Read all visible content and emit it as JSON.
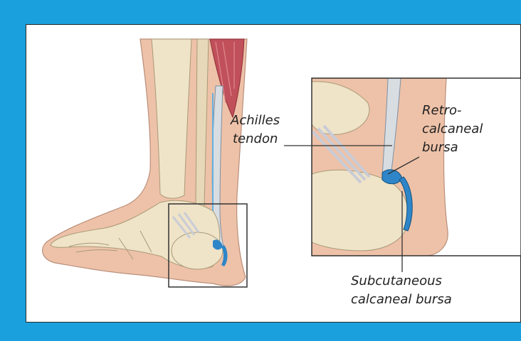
{
  "labels": {
    "achilles_line1": "Achilles",
    "achilles_line2": "tendon",
    "retro_line1": "Retro-",
    "retro_line2": "calcaneal",
    "retro_line3": "bursa",
    "subcut_line1": "Subcutaneous",
    "subcut_line2": "calcaneal bursa"
  },
  "colors": {
    "border": "#1aa0dc",
    "panel": "#ffffff",
    "skin": "#eec2a8",
    "bone": "#efe3c8",
    "muscle": "#c0505a",
    "tendon": "#d8dde2",
    "bursa": "#2e86c8"
  }
}
